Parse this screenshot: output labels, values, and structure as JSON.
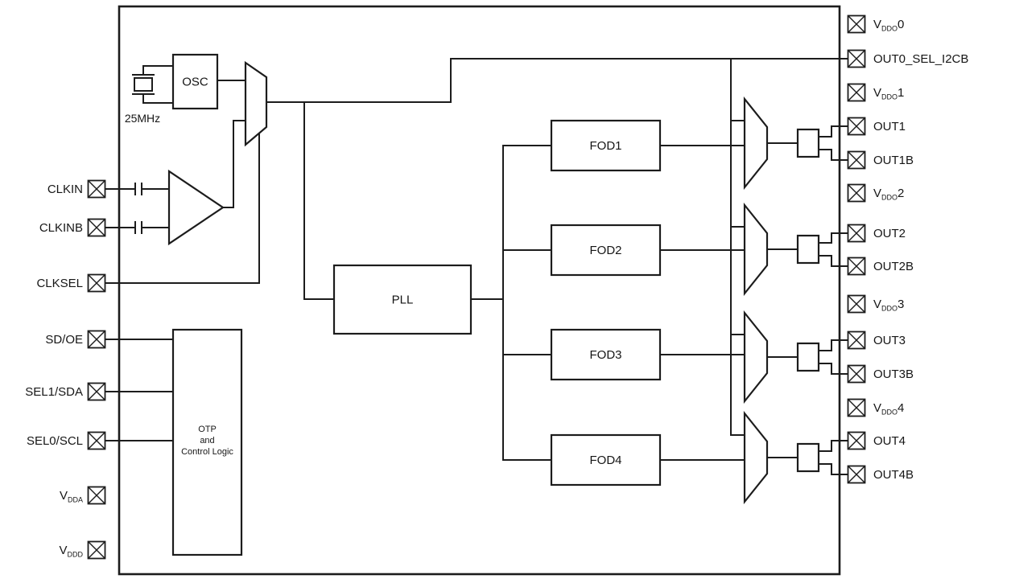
{
  "diagram": {
    "background": "#ffffff",
    "line_color": "#1c1c1c",
    "left_pins": [
      {
        "id": "clkin",
        "label": "CLKIN"
      },
      {
        "id": "clkinb",
        "label": "CLKINB"
      },
      {
        "id": "clksel",
        "label": "CLKSEL"
      },
      {
        "id": "sd_oe",
        "label": "SD/OE"
      },
      {
        "id": "sel1_sda",
        "label": "SEL1/SDA"
      },
      {
        "id": "sel0_scl",
        "label": "SEL0/SCL"
      },
      {
        "id": "vdda",
        "label": "V_{DDA}"
      },
      {
        "id": "vddd",
        "label": "V_{DDD}"
      }
    ],
    "right_pins": [
      {
        "id": "vddo0",
        "label": "V_{DDO}0"
      },
      {
        "id": "out0_sel_i2cb",
        "label": "OUT0_SEL_I2CB"
      },
      {
        "id": "vddo1",
        "label": "V_{DDO}1"
      },
      {
        "id": "out1",
        "label": "OUT1"
      },
      {
        "id": "out1b",
        "label": "OUT1B"
      },
      {
        "id": "vddo2",
        "label": "V_{DDO}2"
      },
      {
        "id": "out2",
        "label": "OUT2"
      },
      {
        "id": "out2b",
        "label": "OUT2B"
      },
      {
        "id": "vddo3",
        "label": "V_{DDO}3"
      },
      {
        "id": "out3",
        "label": "OUT3"
      },
      {
        "id": "out3b",
        "label": "OUT3B"
      },
      {
        "id": "vddo4",
        "label": "V_{DDO}4"
      },
      {
        "id": "out4",
        "label": "OUT4"
      },
      {
        "id": "out4b",
        "label": "OUT4B"
      }
    ],
    "blocks": {
      "osc": "OSC",
      "pll": "PLL",
      "fod1": "FOD1",
      "fod2": "FOD2",
      "fod3": "FOD3",
      "fod4": "FOD4",
      "otp": [
        "OTP",
        "and",
        "Control Logic"
      ]
    },
    "crystal_label": "25MHz"
  }
}
